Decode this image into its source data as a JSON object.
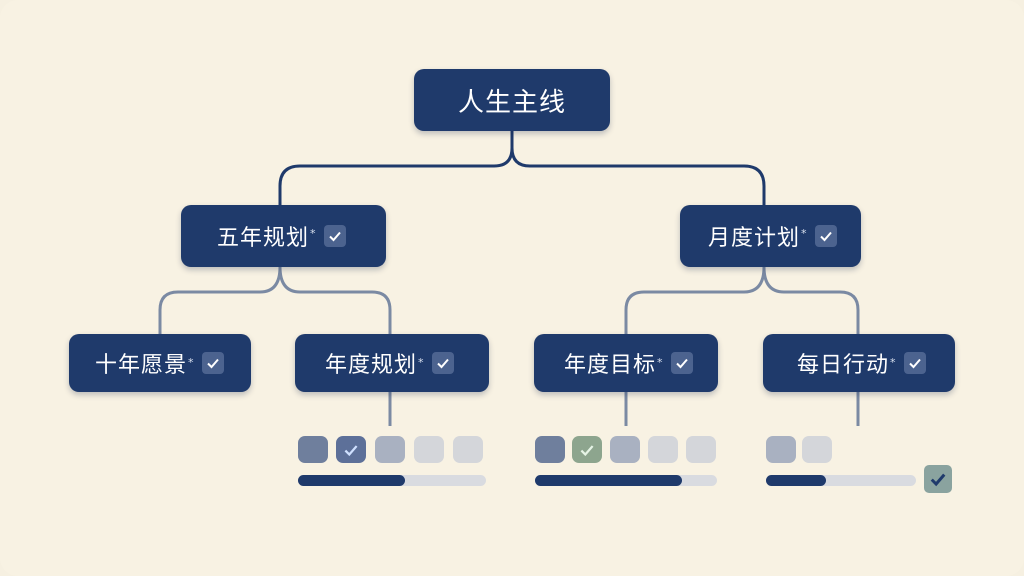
{
  "root": {
    "label": "人生主线"
  },
  "branches": [
    {
      "label": "五年规划",
      "mark": "*",
      "checked": true,
      "children": [
        {
          "label": "十年愿景",
          "mark": "*",
          "checked": true
        },
        {
          "label": "年度规划",
          "mark": "*",
          "checked": true
        }
      ]
    },
    {
      "label": "月度计划",
      "mark": "*",
      "checked": true,
      "children": [
        {
          "label": "年度目标",
          "mark": "*",
          "checked": true
        },
        {
          "label": "每日行动",
          "mark": "*",
          "checked": true
        }
      ]
    }
  ],
  "progress_groups": [
    {
      "under": "年度规划",
      "squares": [
        "dark",
        "checked-blue",
        "mid",
        "light",
        "light"
      ],
      "progress": 0.57
    },
    {
      "under": "年度目标",
      "squares": [
        "dark",
        "checked-green",
        "mid",
        "light",
        "light"
      ],
      "progress": 0.81
    },
    {
      "under": "每日行动",
      "squares": [
        "mid",
        "light"
      ],
      "progress": 0.4,
      "final_checked": true
    }
  ],
  "colors": {
    "background": "#f8f2e3",
    "node": "#1f3a6b",
    "connector": "#1f3a6b",
    "sub_connector": "#7b8aa3",
    "check_blue": "#5d7099",
    "check_green": "#8da58e"
  }
}
